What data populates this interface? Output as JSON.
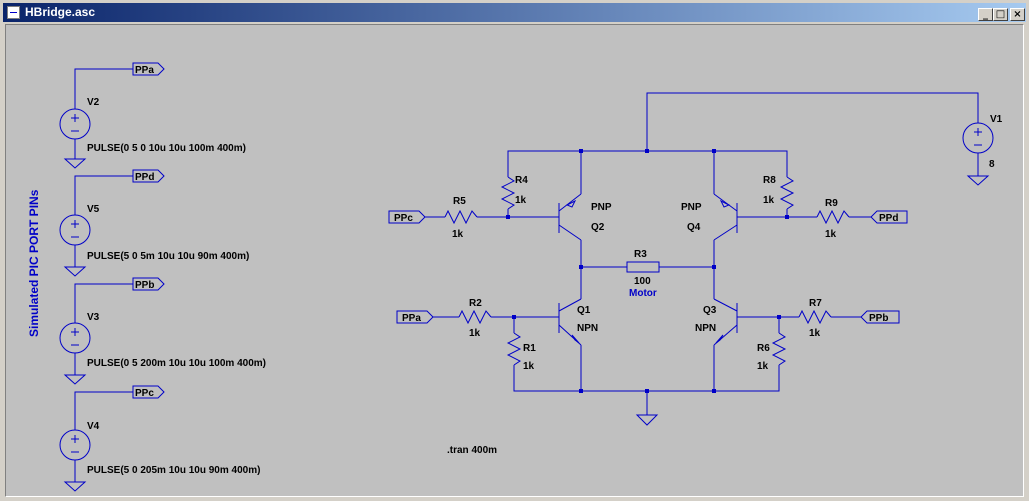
{
  "window": {
    "title": "HBridge.asc",
    "min_glyph": "_",
    "max_glyph": "□",
    "close_glyph": "×"
  },
  "schematic": {
    "side_label": "Simulated PIC PORT PINs",
    "sources": [
      {
        "name": "V2",
        "port": "PPa",
        "value": "PULSE(0 5 0 10u 10u 100m 400m)"
      },
      {
        "name": "V5",
        "port": "PPd",
        "value": "PULSE(5 0 5m 10u 10u 90m 400m)"
      },
      {
        "name": "V3",
        "port": "PPb",
        "value": "PULSE(0 5 200m 10u 10u 100m 400m)"
      },
      {
        "name": "V4",
        "port": "PPc",
        "value": "PULSE(5 0 205m 10u 10u 90m 400m)"
      }
    ],
    "supply": {
      "name": "V1",
      "value": "8"
    },
    "transistors": {
      "q1": {
        "name": "Q1",
        "type": "NPN"
      },
      "q2": {
        "name": "Q2",
        "type": "PNP"
      },
      "q3": {
        "name": "Q3",
        "type": "NPN"
      },
      "q4": {
        "name": "Q4",
        "type": "PNP"
      }
    },
    "resistors": {
      "r1": {
        "name": "R1",
        "value": "1k"
      },
      "r2": {
        "name": "R2",
        "value": "1k"
      },
      "r3": {
        "name": "R3",
        "value": "100",
        "label": "Motor"
      },
      "r4": {
        "name": "R4",
        "value": "1k"
      },
      "r5": {
        "name": "R5",
        "value": "1k"
      },
      "r6": {
        "name": "R6",
        "value": "1k"
      },
      "r7": {
        "name": "R7",
        "value": "1k"
      },
      "r8": {
        "name": "R8",
        "value": "1k"
      },
      "r9": {
        "name": "R9",
        "value": "1k"
      }
    },
    "ports": {
      "ppc": "PPc",
      "ppa": "PPa",
      "ppd": "PPd",
      "ppb": "PPb"
    },
    "directive": ".tran 400m",
    "colors": {
      "wire": "#0000c8",
      "background": "#c0c0c0",
      "titlebar": "#0a246a"
    }
  }
}
